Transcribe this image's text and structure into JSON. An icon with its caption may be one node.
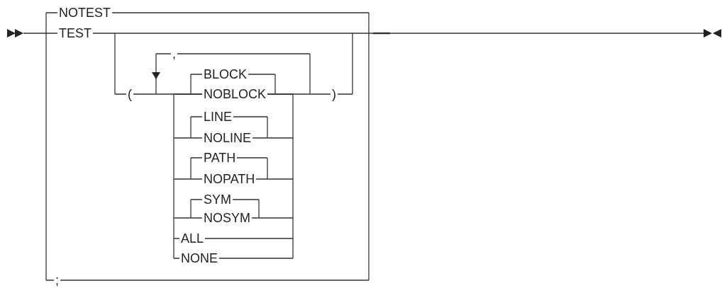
{
  "diagram": {
    "labels": [
      "NOTEST",
      "TEST",
      ",",
      "(",
      "BLOCK",
      "NOBLOCK",
      ")",
      "LINE",
      "NOLINE",
      "PATH",
      "NOPATH",
      "SYM",
      "NOSYM",
      "ALL",
      "NONE",
      ";"
    ]
  }
}
